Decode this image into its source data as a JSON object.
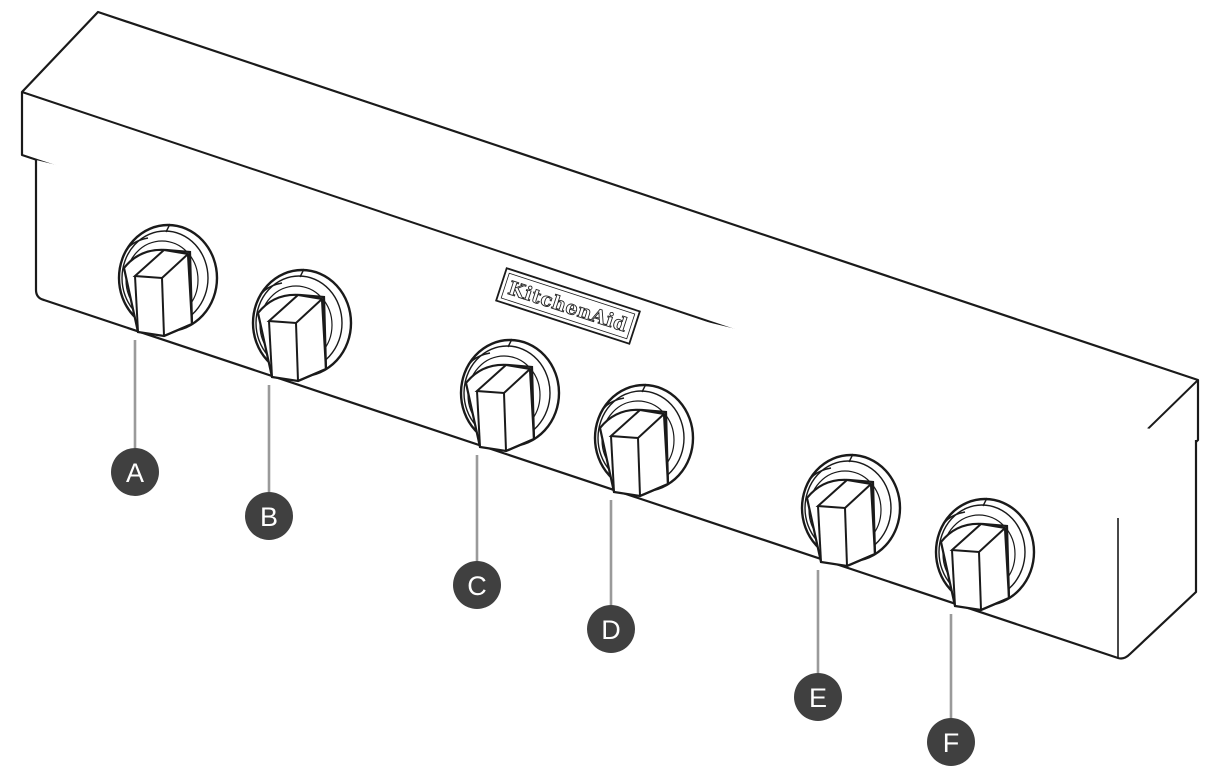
{
  "brand": {
    "logo_text": "KitchenAid"
  },
  "colors": {
    "outline": "#1a1a1a",
    "callout_fill": "#404040",
    "callout_text": "#ffffff",
    "leader_line": "#9a9a9a",
    "background": "#ffffff"
  },
  "callouts": [
    "A",
    "B",
    "C",
    "D",
    "E",
    "F"
  ]
}
